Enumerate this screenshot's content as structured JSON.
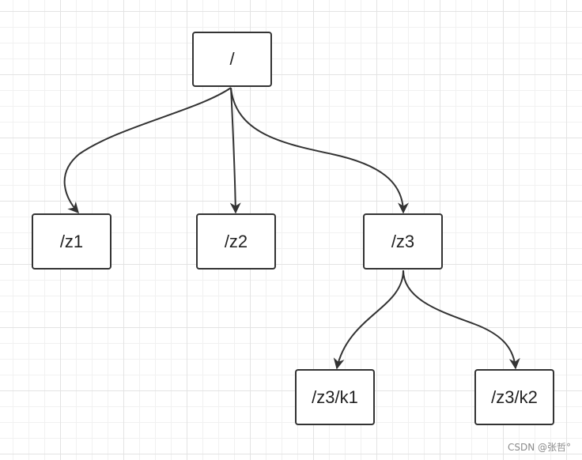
{
  "nodes": {
    "root": "/",
    "z1": "/z1",
    "z2": "/z2",
    "z3": "/z3",
    "z3k1": "/z3/k1",
    "z3k2": "/z3/k2"
  },
  "edges": [
    {
      "from": "root",
      "to": "z1"
    },
    {
      "from": "root",
      "to": "z2"
    },
    {
      "from": "root",
      "to": "z3"
    },
    {
      "from": "z3",
      "to": "z3k1"
    },
    {
      "from": "z3",
      "to": "z3k2"
    }
  ],
  "colors": {
    "stroke": "#333333",
    "text": "#222222",
    "grid": "#e3e3e3"
  },
  "watermark": "CSDN @张哲°"
}
